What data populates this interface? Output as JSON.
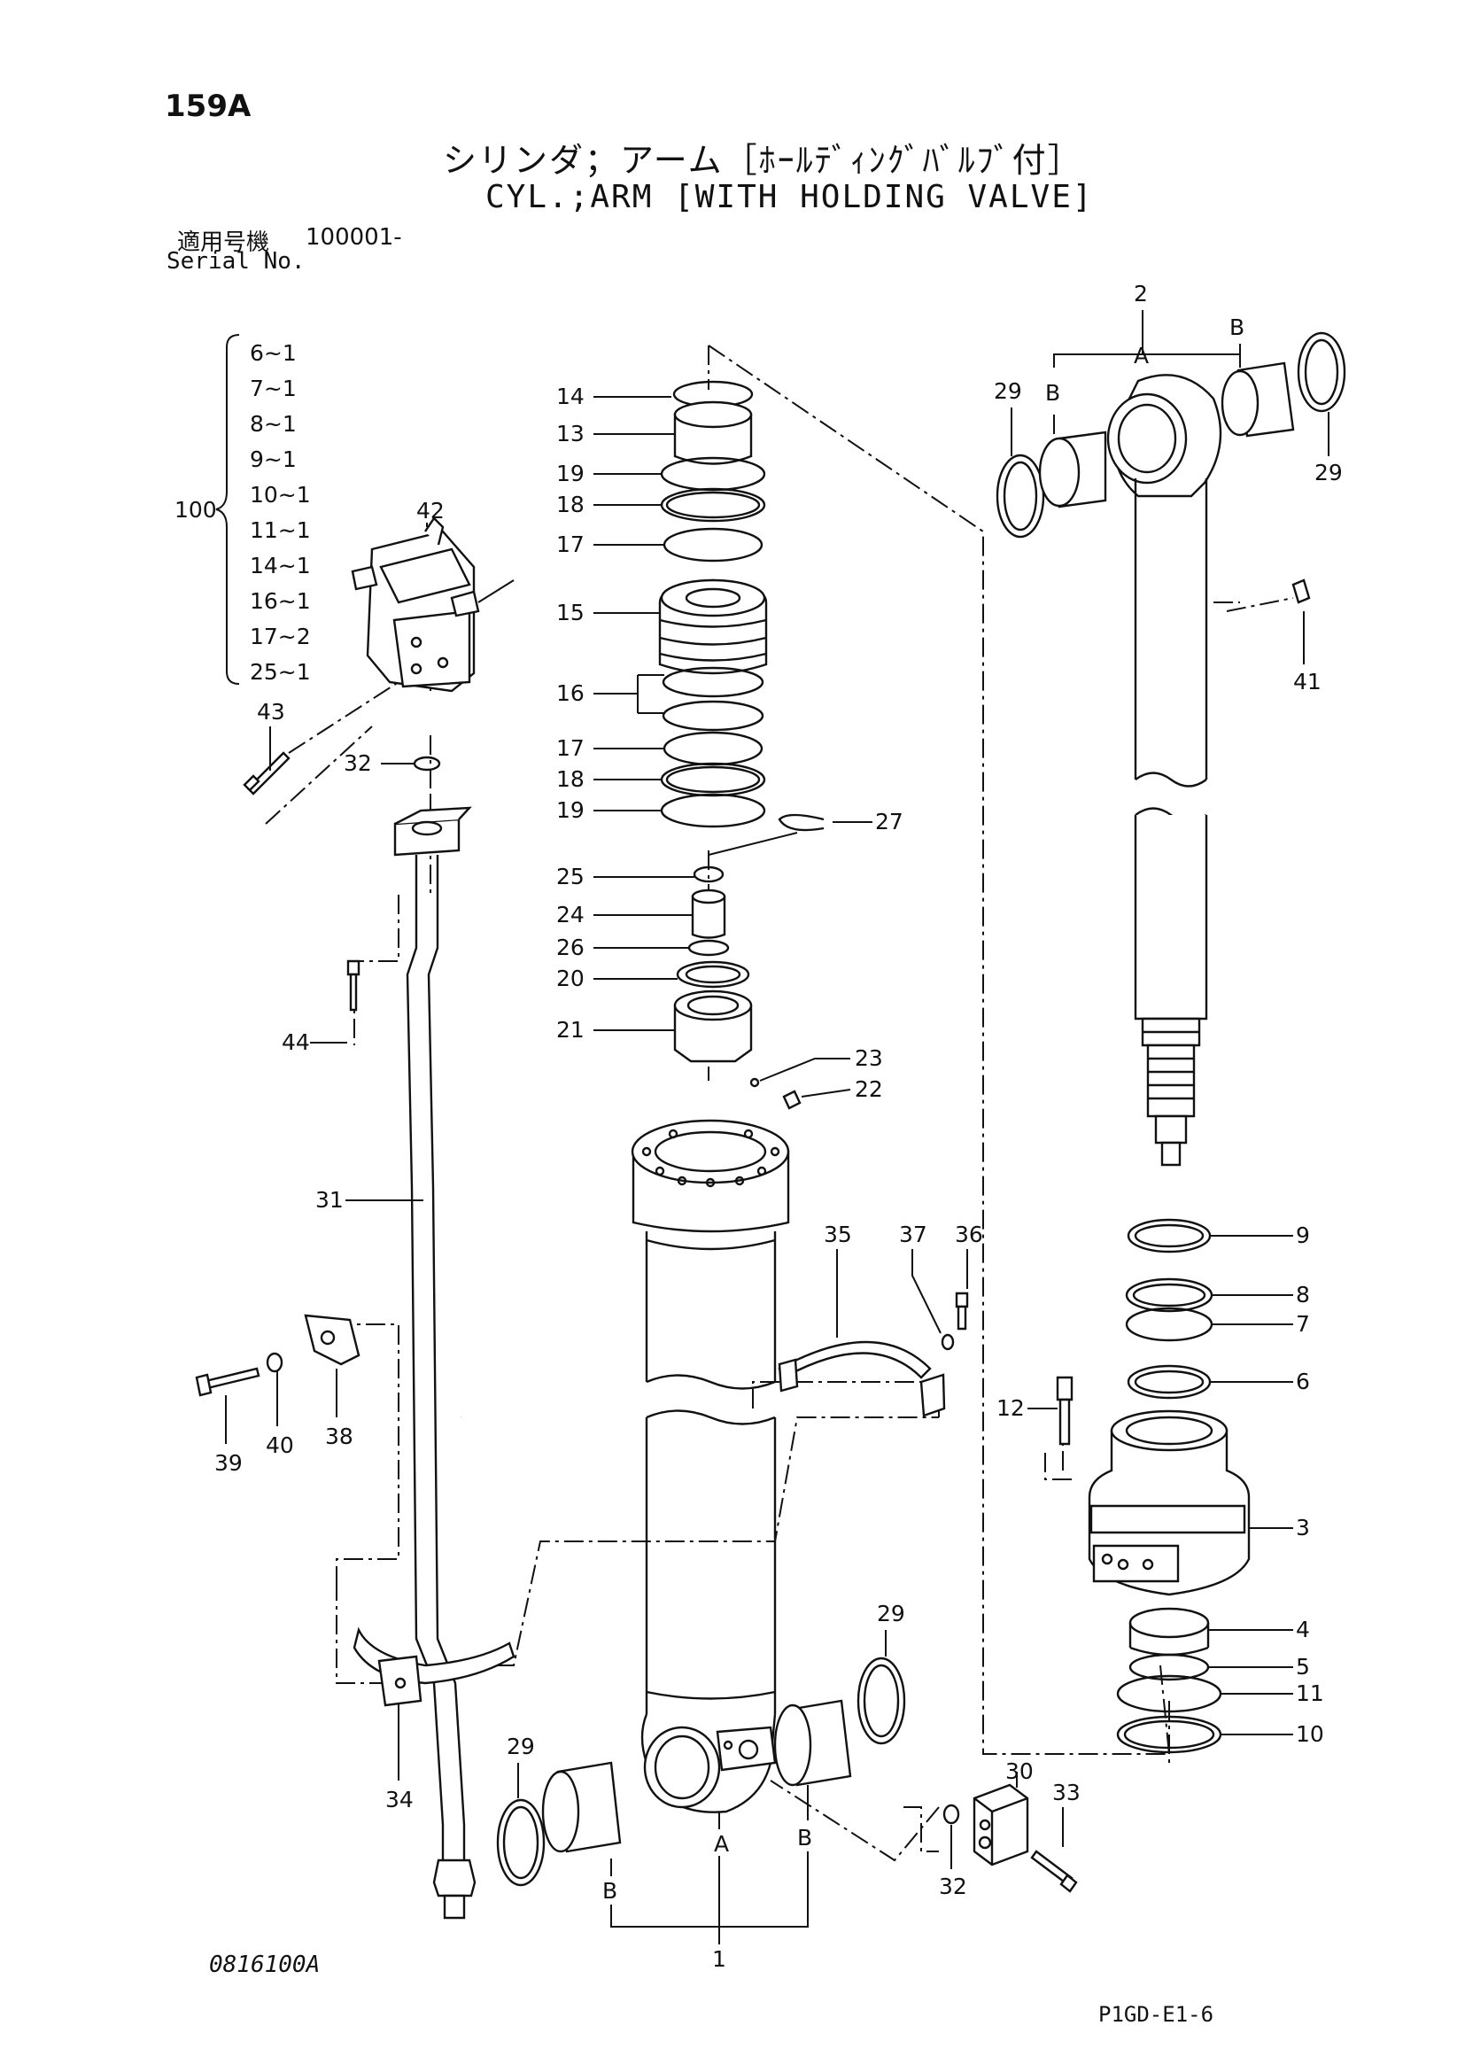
{
  "page_number": "159A",
  "title_ja": "シリンダ；アーム［ﾎｰﾙﾃﾞｨﾝｸﾞﾊﾞﾙﾌﾞ付］",
  "title_en": "CYL.;ARM [WITH HOLDING VALVE]",
  "serial": {
    "label_ja": "適用号機",
    "value": "100001-",
    "label_en": "Serial No."
  },
  "drawing_number": "0816100A",
  "sheet_ref": "P1GD-E1-6",
  "kit": {
    "number": "100",
    "contents": [
      "6~1",
      "7~1",
      "8~1",
      "9~1",
      "10~1",
      "11~1",
      "14~1",
      "16~1",
      "17~2",
      "25~1"
    ]
  },
  "parts": {
    "p1": "1",
    "p2": "2",
    "p3": "3",
    "p4": "4",
    "p5": "5",
    "p6": "6",
    "p7": "7",
    "p8": "8",
    "p9": "9",
    "p10": "10",
    "p11": "11",
    "p12": "12",
    "p13": "13",
    "p14": "14",
    "p15": "15",
    "p16": "16",
    "p17a": "17",
    "p17b": "17",
    "p18a": "18",
    "p18b": "18",
    "p19a": "19",
    "p19b": "19",
    "p20": "20",
    "p21": "21",
    "p22": "22",
    "p23": "23",
    "p24": "24",
    "p25": "25",
    "p26": "26",
    "p27": "27",
    "p29a": "29",
    "p29b": "29",
    "p29c": "29",
    "p29d": "29",
    "p30": "30",
    "p31": "31",
    "p32a": "32",
    "p32b": "32",
    "p33": "33",
    "p34": "34",
    "p35": "35",
    "p36": "36",
    "p37": "37",
    "p38": "38",
    "p39": "39",
    "p40": "40",
    "p41": "41",
    "p42": "42",
    "p43": "43",
    "p44": "44"
  },
  "markers": {
    "bush_top_a": "A",
    "bush_top_b_left": "B",
    "bush_top_b_right": "B",
    "bush_bot_a": "A",
    "bush_bot_b_left": "B",
    "bush_bot_b_right": "B"
  }
}
